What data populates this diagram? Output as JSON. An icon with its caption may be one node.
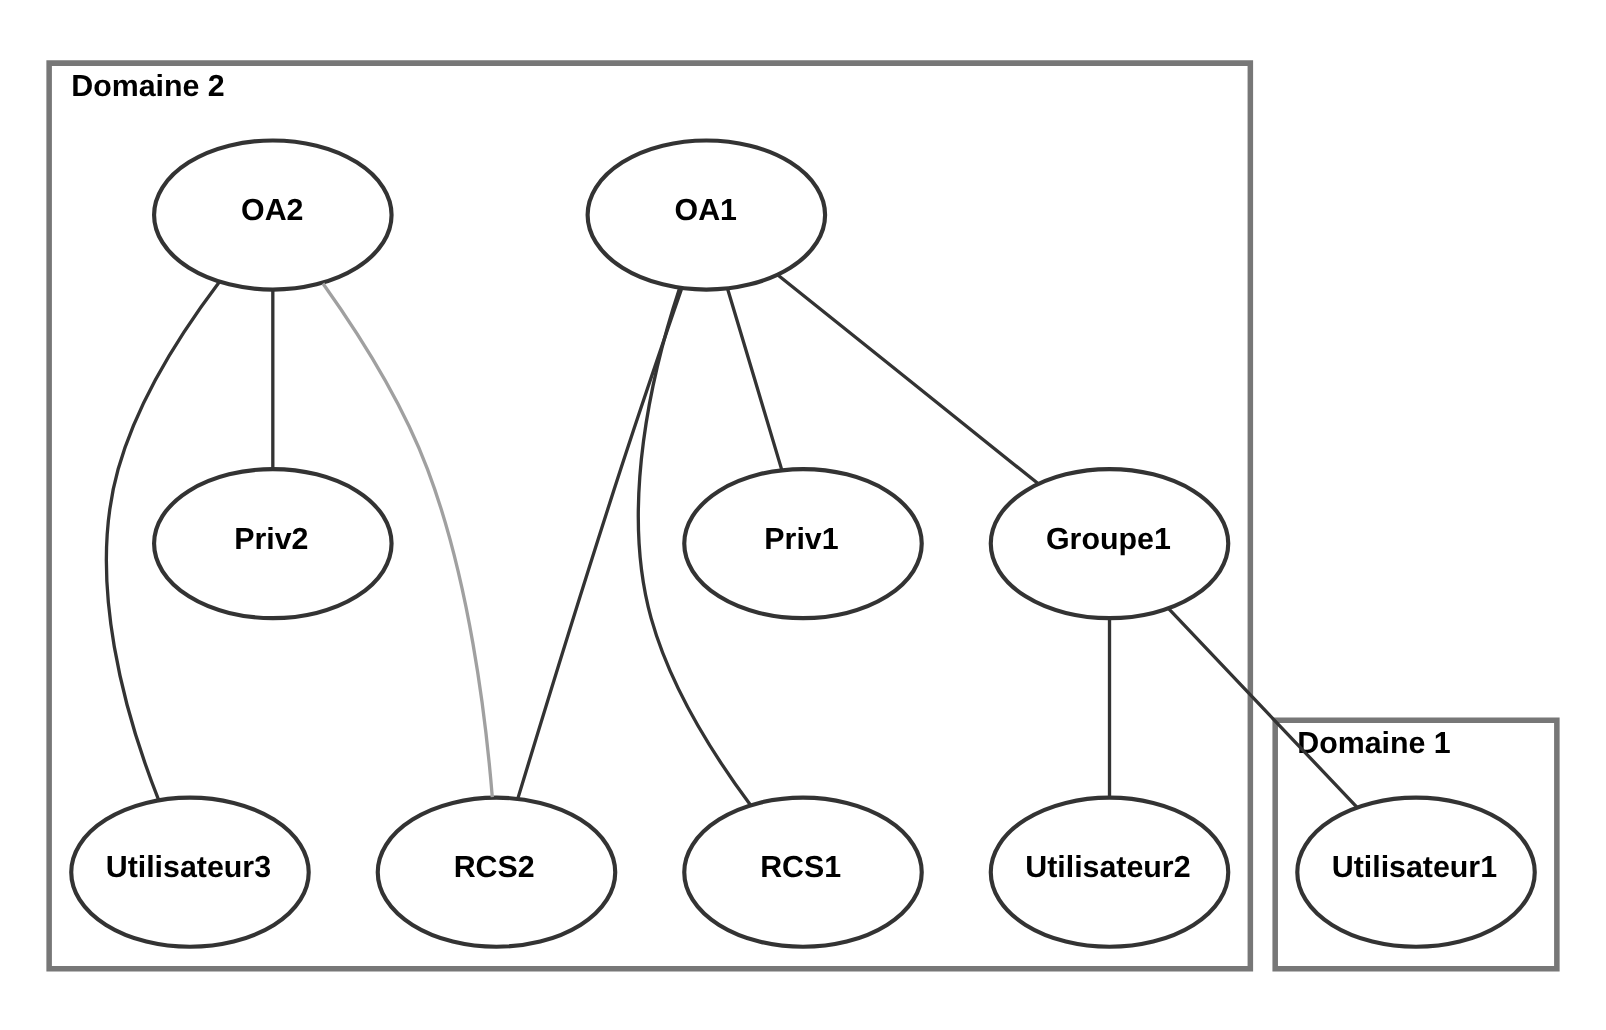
{
  "diagram": {
    "nodes": [
      {
        "text": [
          "Domaine 1"
        ]
      },
      {
        "text": [
          "Domaine 2"
        ]
      },
      {
        "text": [
          "OA1"
        ],
        "in": 1
      },
      {
        "text": [
          "OA2"
        ],
        "in": 1
      },
      {
        "text": [
          "Groupe1"
        ],
        "in": 1
      },
      {
        "text": [
          "Priv1"
        ],
        "in": 1
      },
      {
        "text": [
          "Priv2"
        ],
        "in": 1
      },
      {
        "text": [
          "Utilisateur1"
        ],
        "in": 0
      },
      {
        "text": [
          "Utilisateur2"
        ],
        "in": 1
      },
      {
        "text": [
          "Utilisateur3"
        ],
        "in": 1
      },
      {
        "text": [
          "RCS1"
        ],
        "in": 1
      },
      {
        "text": [
          "RCS2"
        ],
        "in": 1
      }
    ],
    "edges": [
      {
        "from": 2,
        "to": 4,
        "arrow": "none"
      },
      {
        "from": 2,
        "to": 5,
        "arrow": "none"
      },
      {
        "from": 2,
        "to": 10,
        "arrow": "none"
      },
      {
        "from": 2,
        "to": 11,
        "arrow": "none"
      },
      {
        "from": 3,
        "to": 9,
        "arrow": "none"
      },
      {
        "from": 3,
        "to": 11,
        "arrow": "none",
        "color": "#a0a0a0"
      },
      {
        "from": 3,
        "to": 6,
        "arrow": "none"
      },
      {
        "from": 4,
        "to": 7,
        "arrow": "none"
      },
      {
        "from": 4,
        "to": 8,
        "arrow": "none"
      }
    ]
  }
}
